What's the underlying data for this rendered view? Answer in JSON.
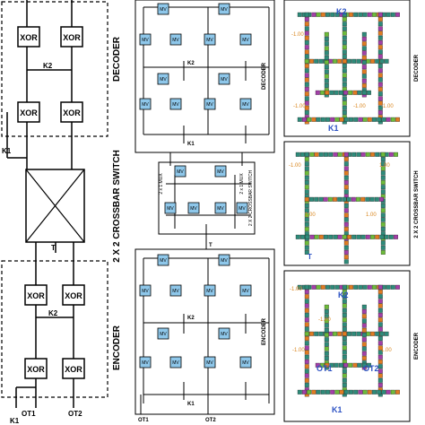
{
  "left_panel": {
    "gates": {
      "xor": "XOR"
    },
    "wires": {
      "k1_top": "K1",
      "k2_top": "K2",
      "k2_bottom": "K2",
      "t": "T",
      "ot1": "OT1",
      "ot2": "OT2",
      "k1_bottom": "K1"
    },
    "captions": {
      "crossbar": "2 X 2 CROSSBAR SWITCH",
      "decoder": "DECODER",
      "encoder": "ENCODER"
    }
  },
  "middle_panel": {
    "gate": "MV",
    "mux": {
      "left": "2 x 1 MUX",
      "right": "2 x 1 MUX",
      "switch": "2 X 2 CROSSBAR SWITCH"
    },
    "wires": {
      "k2_dec": "K2",
      "k1_dec": "K1",
      "k2_enc": "K2",
      "t": "T",
      "k1_enc": "K1",
      "ot1": "OT1",
      "ot2": "OT2"
    },
    "captions": {
      "decoder": "DECODER",
      "encoder": "ENCODER"
    }
  },
  "right_panel": {
    "labels": {
      "k2_top": "K2",
      "k1_top": "K1",
      "t": "T",
      "k2_bottom": "K2",
      "ot1": "OT1",
      "ot2": "OT2",
      "k1_bottom": "K1"
    },
    "weights": {
      "neg": "-1.00",
      "pos": "1.00"
    },
    "captions": {
      "decoder": "DECODER",
      "crossbar": "2 X 2 CROSSBAR SWITCH",
      "encoder": "ENCODER"
    }
  },
  "colors": {
    "cell_teal": "#2e8b7a",
    "cell_purple": "#a33fa8",
    "cell_green": "#6dbb3a",
    "cell_orange": "#e07b22",
    "mv_blue": "#8ec7ea",
    "label_blue": "#2c52c4",
    "weight_orange": "#d9861e"
  }
}
